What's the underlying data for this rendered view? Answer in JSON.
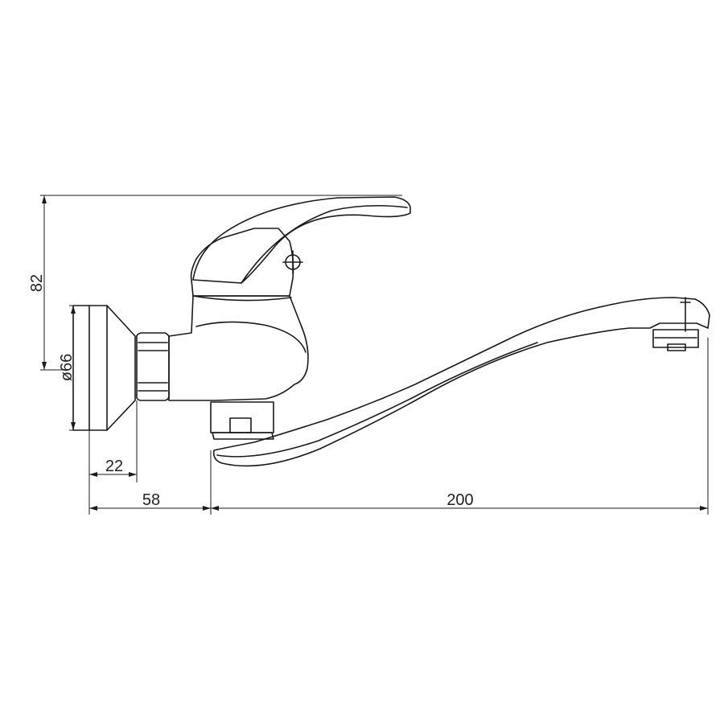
{
  "diagram": {
    "dimensions": {
      "height_label": "82",
      "diameter_label": "ø66",
      "flange_depth_label": "22",
      "wall_to_outlet_label": "58",
      "spout_reach_label": "200"
    },
    "colors": {
      "line": "#1a1a1a",
      "background": "#ffffff"
    }
  }
}
